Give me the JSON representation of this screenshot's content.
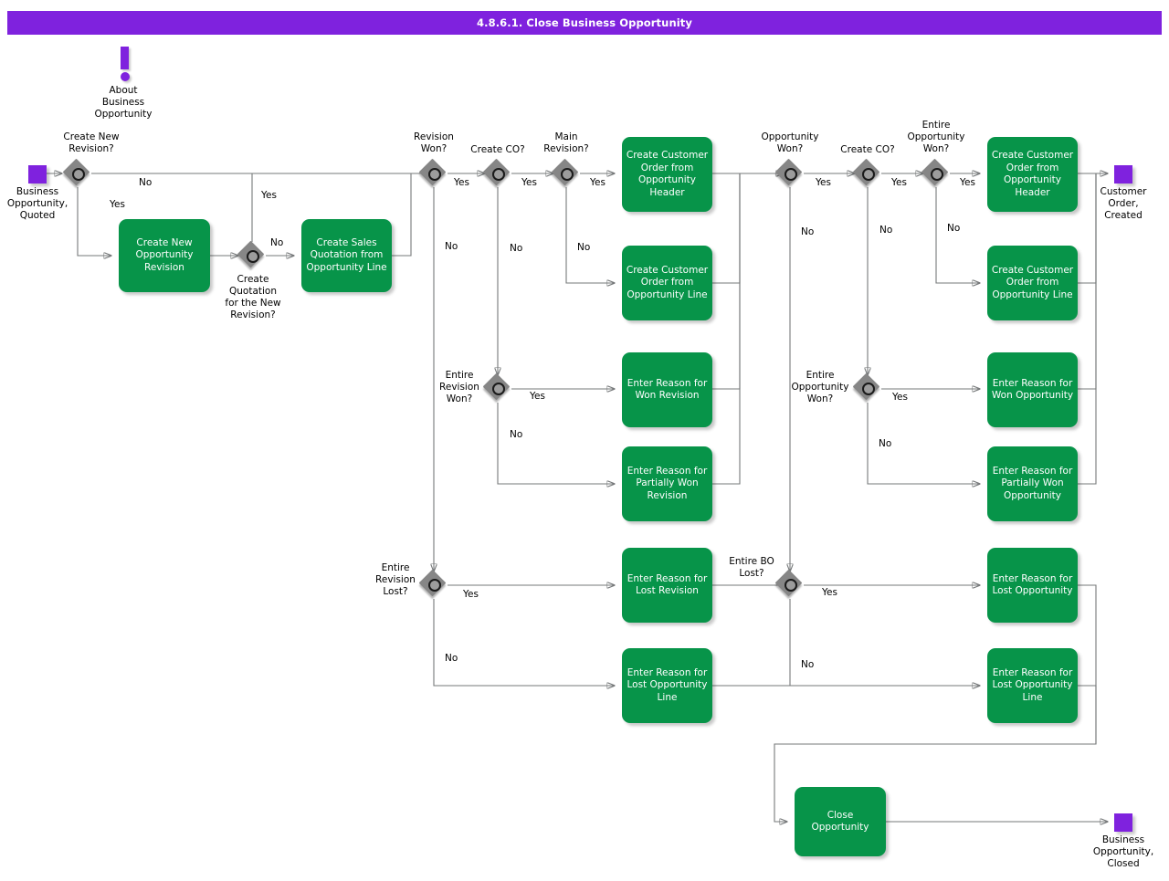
{
  "title": "4.8.6.1. Close Business Opportunity",
  "accent_color": "#7f22de",
  "task_color": "#079449",
  "gateway_color": "#868686",
  "annotation": {
    "icon": "exclamation-icon",
    "label": "About\nBusiness\nOpportunity"
  },
  "events": [
    {
      "name": "start-business-opportunity-quoted",
      "label": "Business\nOpportunity,\nQuoted"
    },
    {
      "name": "end-customer-order-created",
      "label": "Customer\nOrder,\nCreated"
    },
    {
      "name": "end-business-opportunity-closed",
      "label": "Business\nOpportunity,\nClosed"
    }
  ],
  "gateways": [
    {
      "name": "gw-create-new-revision",
      "label": "Create New\nRevision?"
    },
    {
      "name": "gw-create-quotation-new-rev",
      "label": "Create\nQuotation\nfor the New\nRevision?"
    },
    {
      "name": "gw-revision-won",
      "label": "Revision\nWon?"
    },
    {
      "name": "gw-create-co-revision",
      "label": "Create CO?"
    },
    {
      "name": "gw-main-revision",
      "label": "Main\nRevision?"
    },
    {
      "name": "gw-entire-revision-won",
      "label": "Entire\nRevision\nWon?"
    },
    {
      "name": "gw-entire-revision-lost",
      "label": "Entire\nRevision\nLost?"
    },
    {
      "name": "gw-opportunity-won",
      "label": "Opportunity\nWon?"
    },
    {
      "name": "gw-create-co-opportunity",
      "label": "Create CO?"
    },
    {
      "name": "gw-entire-opportunity-won-top",
      "label": "Entire\nOpportunity\nWon?"
    },
    {
      "name": "gw-entire-opportunity-won",
      "label": "Entire\nOpportunity\nWon?"
    },
    {
      "name": "gw-entire-bo-lost",
      "label": "Entire BO\nLost?"
    }
  ],
  "tasks": [
    {
      "name": "task-create-new-opportunity-revision",
      "label": "Create New\nOpportunity\nRevision"
    },
    {
      "name": "task-create-sales-quotation-from-opp-line",
      "label": "Create Sales\nQuotation from\nOpportunity Line"
    },
    {
      "name": "task-create-co-from-opp-header-rev",
      "label": "Create\nCustomer Order\nfrom\nOpportunity\nHeader"
    },
    {
      "name": "task-create-co-from-opp-line-rev",
      "label": "Create\nCustomer Order\nfrom\nOpportunity Line"
    },
    {
      "name": "task-enter-reason-won-revision",
      "label": "Enter Reason for\nWon Revision"
    },
    {
      "name": "task-enter-reason-partially-won-revision",
      "label": "Enter Reason for\nPartially Won\nRevision"
    },
    {
      "name": "task-enter-reason-lost-revision",
      "label": "Enter Reason for\nLost Revision"
    },
    {
      "name": "task-enter-reason-lost-opp-line-left",
      "label": "Enter Reason for\nLost Opportunity\nLine"
    },
    {
      "name": "task-create-co-from-opp-header-opp",
      "label": "Create\nCustomer Order\nfrom\nOpportunity\nHeader"
    },
    {
      "name": "task-create-co-from-opp-line-opp",
      "label": "Create\nCustomer Order\nfrom\nOpportunity Line"
    },
    {
      "name": "task-enter-reason-won-opportunity",
      "label": "Enter Reason for\nWon Opportunity"
    },
    {
      "name": "task-enter-reason-partially-won-opp",
      "label": "Enter Reason for\nPartially Won\nOpportunity"
    },
    {
      "name": "task-enter-reason-lost-opportunity",
      "label": "Enter Reason for\nLost Opportunity"
    },
    {
      "name": "task-enter-reason-lost-opp-line-right",
      "label": "Enter Reason for\nLost Opportunity\nLine"
    },
    {
      "name": "task-close-opportunity",
      "label": "Close\nOpportunity"
    }
  ],
  "flow_labels": {
    "yes": "Yes",
    "no": "No",
    "f1_no": "No",
    "f1_yes": "Yes",
    "f2_yes": "Yes",
    "f2_no": "No",
    "f3_yes": "Yes",
    "f3_no": "No",
    "f4_yes": "Yes",
    "f4_no": "No",
    "f5_yes": "Yes",
    "f5_no": "No",
    "f6_yes": "Yes",
    "f6_no": "No",
    "f7_yes": "Yes",
    "f7_no": "No",
    "f8_yes": "Yes",
    "f8_no": "No",
    "f9_yes": "Yes",
    "f9_no": "No",
    "f10_yes": "Yes",
    "f10_no": "No",
    "f11_yes": "Yes",
    "f11_no": "No",
    "f12_yes": "Yes",
    "f12_no": "No"
  }
}
